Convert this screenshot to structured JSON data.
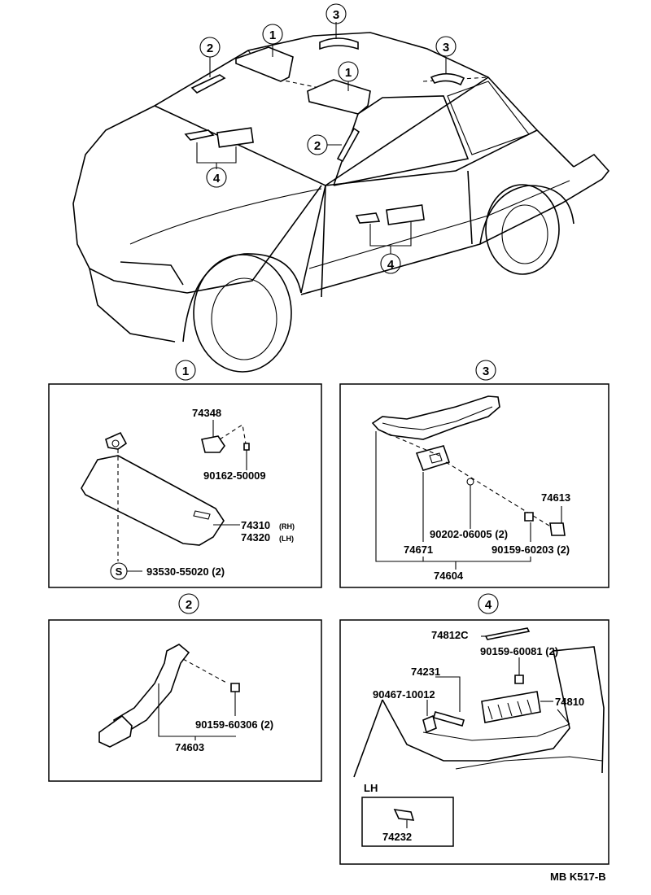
{
  "callouts": [
    "1",
    "2",
    "3",
    "4"
  ],
  "sections": {
    "s1": {
      "circle": "1",
      "parts": [
        "74348",
        "90162-50009",
        "74310",
        "(RH)",
        "74320",
        "(LH)",
        "S",
        "93530-55020 (2)"
      ]
    },
    "s2": {
      "circle": "2",
      "parts": [
        "90159-60306 (2)",
        "74603"
      ]
    },
    "s3": {
      "circle": "3",
      "parts": [
        "74613",
        "90202-06005 (2)",
        "74671",
        "90159-60203 (2)",
        "74604"
      ]
    },
    "s4": {
      "circle": "4",
      "parts": [
        "74812C",
        "90159-60081 (2)",
        "74231",
        "90467-10012",
        "74810",
        "LH",
        "74232"
      ]
    }
  },
  "footer_code": "MB K517-B"
}
